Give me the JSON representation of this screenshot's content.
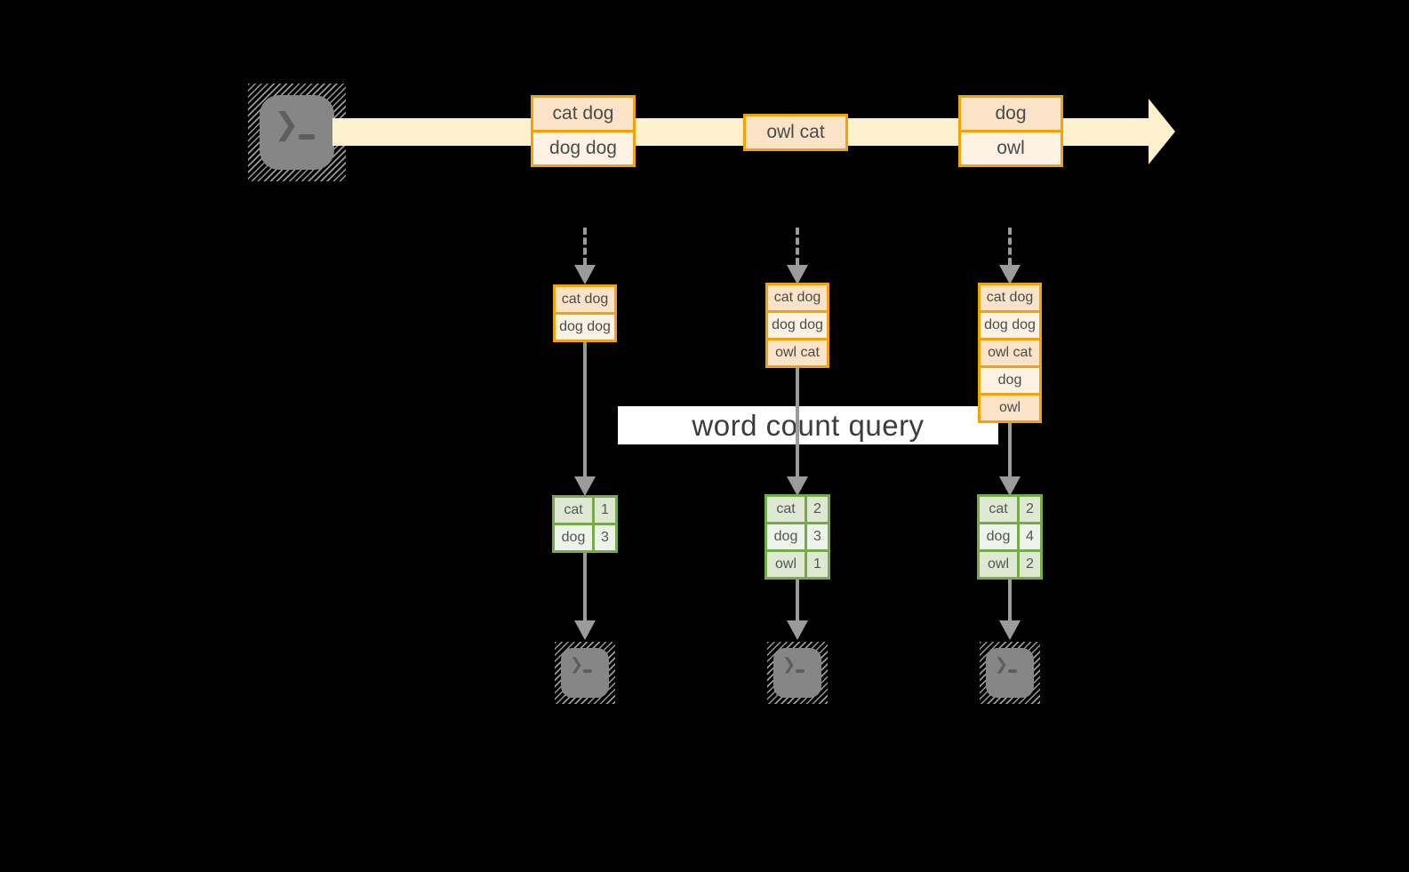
{
  "diagram": {
    "banner_label": "word count query",
    "prompt_chevron": "❯",
    "colors": {
      "background": "#000000",
      "stream_band": "#fdf0cd",
      "record_border": "#f0a30a",
      "record_fill_dark": "#fbe3c7",
      "record_fill_light": "#fdf2e3",
      "table_border": "#76ab4a",
      "table_fill_dark": "#dfe8d3",
      "table_fill_light": "#eef3e9",
      "connector_gray": "#9b9b9b",
      "terminal_gray": "#868686"
    }
  },
  "stream": {
    "batches": [
      {
        "items": [
          "cat dog",
          "dog dog"
        ]
      },
      {
        "items": [
          "owl cat"
        ]
      },
      {
        "items": [
          "dog",
          "owl"
        ]
      }
    ]
  },
  "columns": [
    {
      "accumulated": [
        "cat dog",
        "dog dog"
      ],
      "counts": [
        {
          "word": "cat",
          "count": "1"
        },
        {
          "word": "dog",
          "count": "3"
        }
      ]
    },
    {
      "accumulated": [
        "cat dog",
        "dog dog",
        "owl cat"
      ],
      "counts": [
        {
          "word": "cat",
          "count": "2"
        },
        {
          "word": "dog",
          "count": "3"
        },
        {
          "word": "owl",
          "count": "1"
        }
      ]
    },
    {
      "accumulated": [
        "cat dog",
        "dog dog",
        "owl cat",
        "dog",
        "owl"
      ],
      "counts": [
        {
          "word": "cat",
          "count": "2"
        },
        {
          "word": "dog",
          "count": "4"
        },
        {
          "word": "owl",
          "count": "2"
        }
      ]
    }
  ]
}
